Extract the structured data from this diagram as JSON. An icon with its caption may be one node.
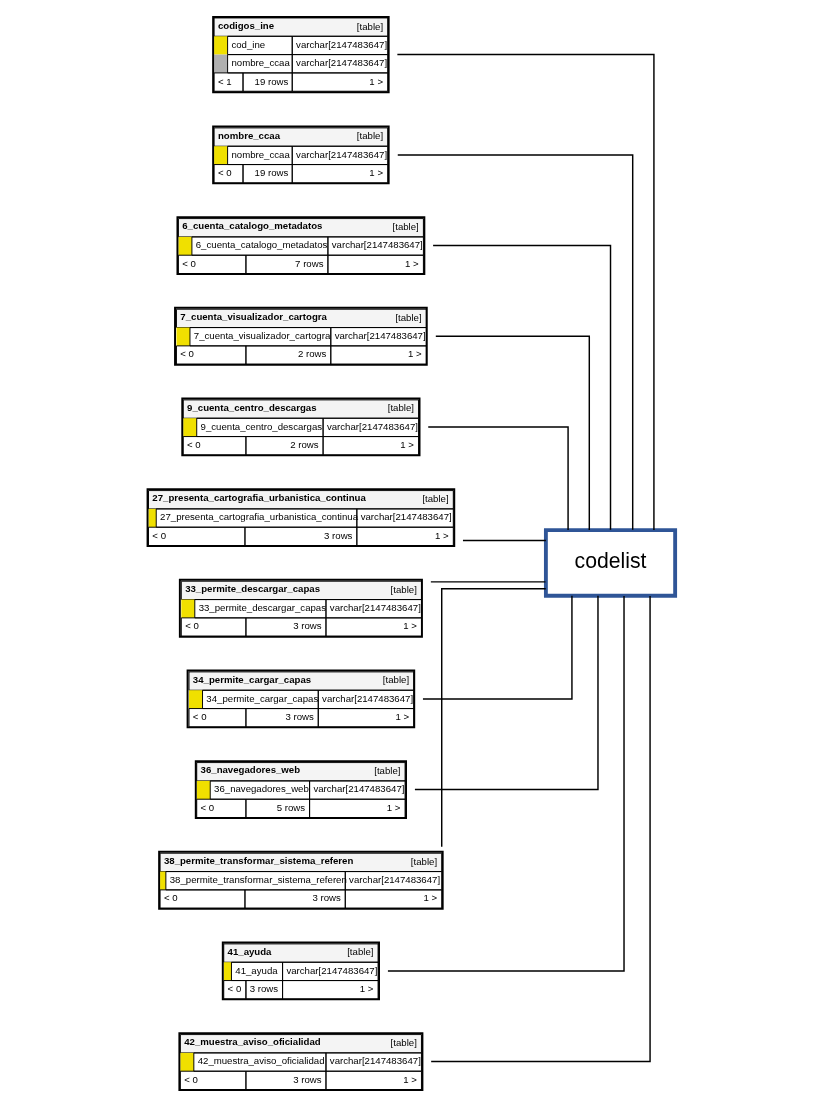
{
  "diagram": {
    "nodes": [
      {
        "text": [
          "codigos_ine",
          "[table]",
          "cod_ine",
          "varchar[2147483647]",
          "nombre_ccaa",
          "varchar[2147483647]",
          "< 1",
          "19 rows",
          "1 >"
        ]
      },
      {
        "text": [
          "nombre_ccaa",
          "[table]",
          "nombre_ccaa",
          "varchar[2147483647]",
          "< 0",
          "19 rows",
          "1 >"
        ]
      },
      {
        "text": [
          "6_cuenta_catalogo_metadatos",
          "[table]",
          "6_cuenta_catalogo_metadatos",
          "varchar[2147483647]",
          "< 0",
          "7 rows",
          "1 >"
        ]
      },
      {
        "text": [
          "7_cuenta_visualizador_cartogra",
          "[table]",
          "7_cuenta_visualizador_cartogra",
          "varchar[2147483647]",
          "< 0",
          "2 rows",
          "1 >"
        ]
      },
      {
        "text": [
          "9_cuenta_centro_descargas",
          "[table]",
          "9_cuenta_centro_descargas",
          "varchar[2147483647]",
          "< 0",
          "2 rows",
          "1 >"
        ]
      },
      {
        "text": [
          "27_presenta_cartografia_urbanistica_continua",
          "[table]",
          "27_presenta_cartografia_urbanistica_continua",
          "varchar[2147483647]",
          "< 0",
          "3 rows",
          "1 >"
        ]
      },
      {
        "text": [
          "33_permite_descargar_capas",
          "[table]",
          "33_permite_descargar_capas",
          "varchar[2147483647]",
          "< 0",
          "3 rows",
          "1 >"
        ]
      },
      {
        "text": [
          "34_permite_cargar_capas",
          "[table]",
          "34_permite_cargar_capas",
          "varchar[2147483647]",
          "< 0",
          "3 rows",
          "1 >"
        ]
      },
      {
        "text": [
          "36_navegadores_web",
          "[table]",
          "36_navegadores_web",
          "varchar[2147483647]",
          "< 0",
          "5 rows",
          "1 >"
        ]
      },
      {
        "text": [
          "38_permite_transformar_sistema_referen",
          "[table]",
          "38_permite_transformar_sistema_referen",
          "varchar[2147483647]",
          "< 0",
          "3 rows",
          "1 >"
        ]
      },
      {
        "text": [
          "41_ayuda",
          "[table]",
          "41_ayuda",
          "varchar[2147483647]",
          "< 0",
          "3 rows",
          "1 >"
        ]
      },
      {
        "text": [
          "42_muestra_aviso_oficialidad",
          "[table]",
          "42_muestra_aviso_oficialidad",
          "varchar[2147483647]",
          "< 0",
          "3 rows",
          "1 >"
        ]
      },
      {
        "text": [
          "codelist"
        ]
      }
    ],
    "edges": [
      {
        "from": 0,
        "to": 12,
        "arrow": "none"
      },
      {
        "from": 1,
        "to": 12,
        "arrow": "none"
      },
      {
        "from": 2,
        "to": 12,
        "arrow": "none"
      },
      {
        "from": 3,
        "to": 12,
        "arrow": "none"
      },
      {
        "from": 4,
        "to": 12,
        "arrow": "none"
      },
      {
        "from": 5,
        "to": 12,
        "arrow": "none"
      },
      {
        "from": 6,
        "to": 12,
        "arrow": "none"
      },
      {
        "from": 7,
        "to": 12,
        "arrow": "none"
      },
      {
        "from": 8,
        "to": 12,
        "arrow": "none"
      },
      {
        "from": 9,
        "to": 12,
        "arrow": "none"
      },
      {
        "from": 10,
        "to": 12,
        "arrow": "none"
      },
      {
        "from": 11,
        "to": 12,
        "arrow": "none"
      }
    ]
  }
}
